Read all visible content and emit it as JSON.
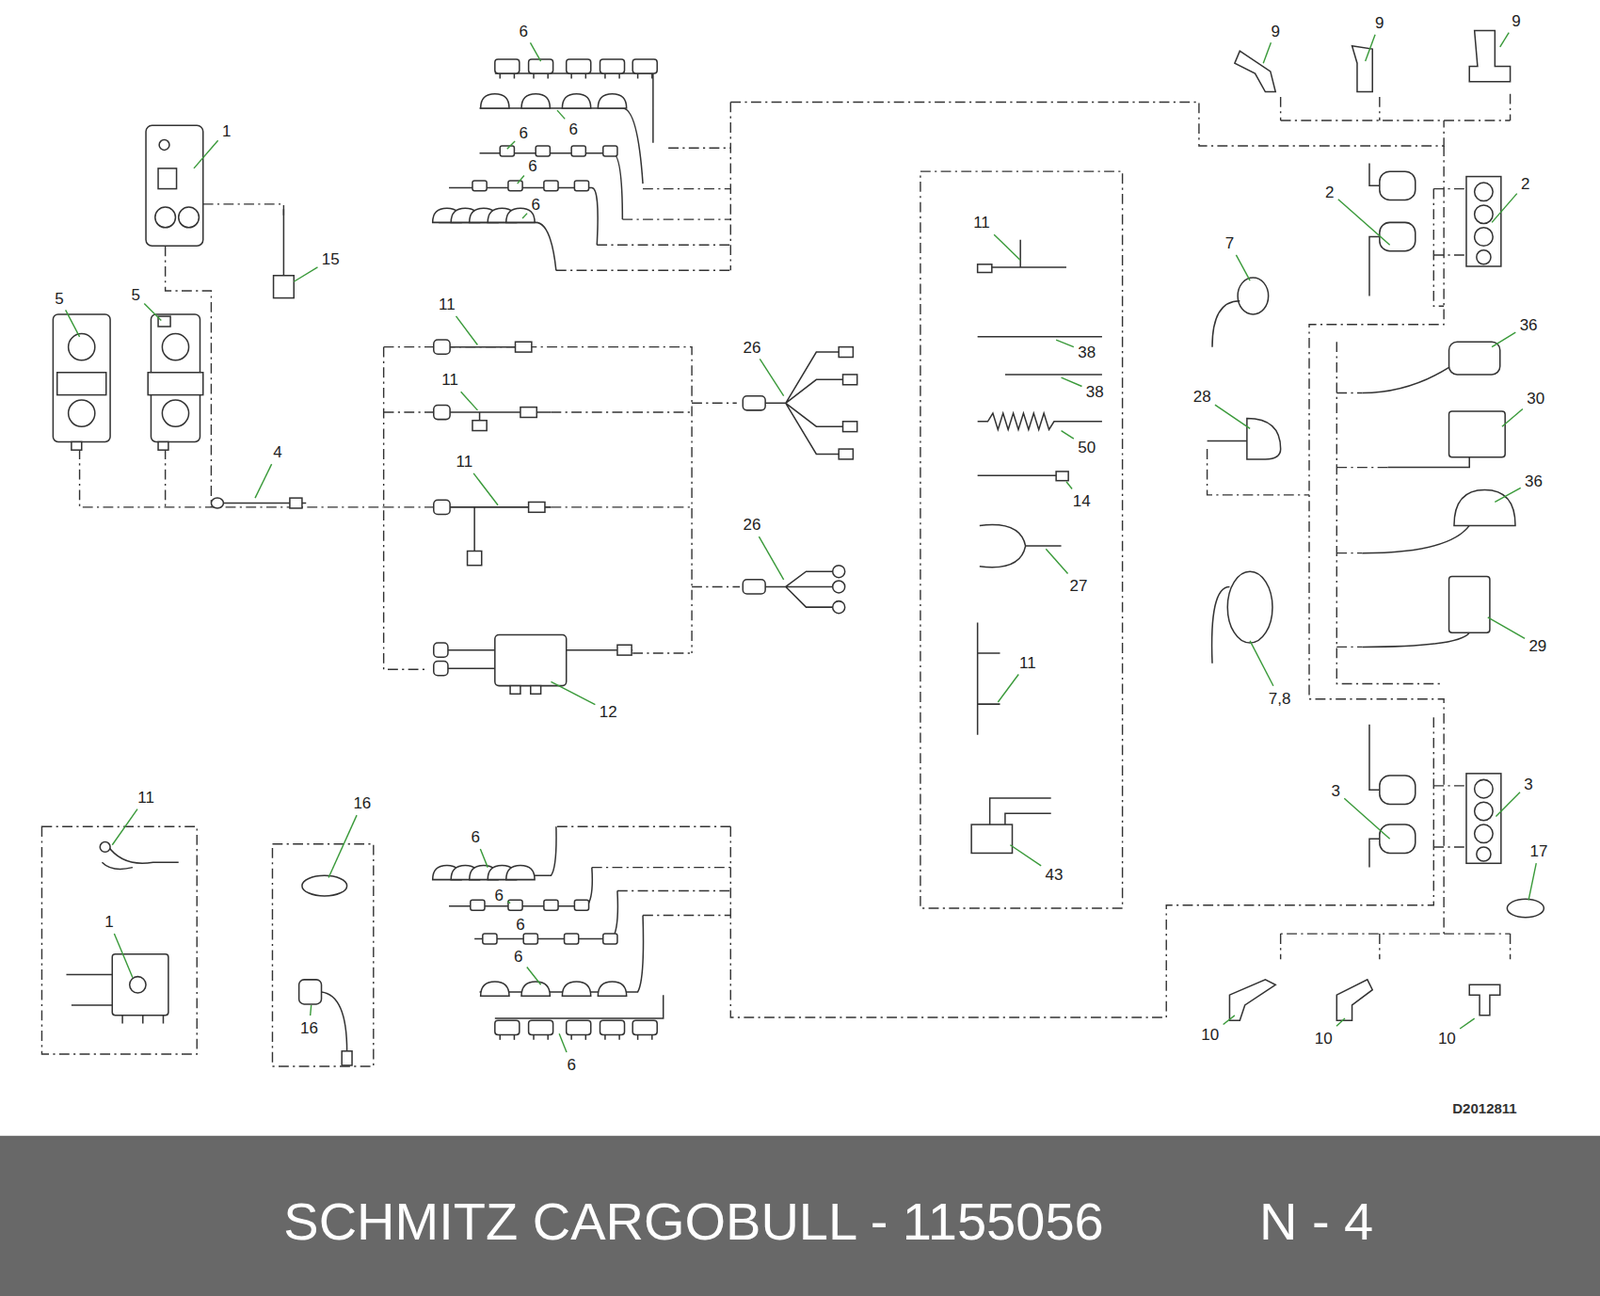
{
  "diagram": {
    "caption": "SCHMITZ CARGOBULL - 1155056",
    "labels": [
      "6",
      "9",
      "9",
      "9",
      "1",
      "6",
      "6",
      "6",
      "2",
      "2",
      "6",
      "7",
      "15",
      "5",
      "5",
      "11",
      "11",
      "36",
      "26",
      "38",
      "11",
      "38",
      "28",
      "30",
      "50",
      "4",
      "11",
      "36",
      "14",
      "26",
      "27",
      "29",
      "11",
      "7,8",
      "12",
      "3",
      "3",
      "11",
      "16",
      "17",
      "6",
      "43",
      "6",
      "6",
      "1",
      "6",
      "16",
      "10",
      "10",
      "10",
      "6",
      "D2012811",
      "N - 4"
    ]
  }
}
